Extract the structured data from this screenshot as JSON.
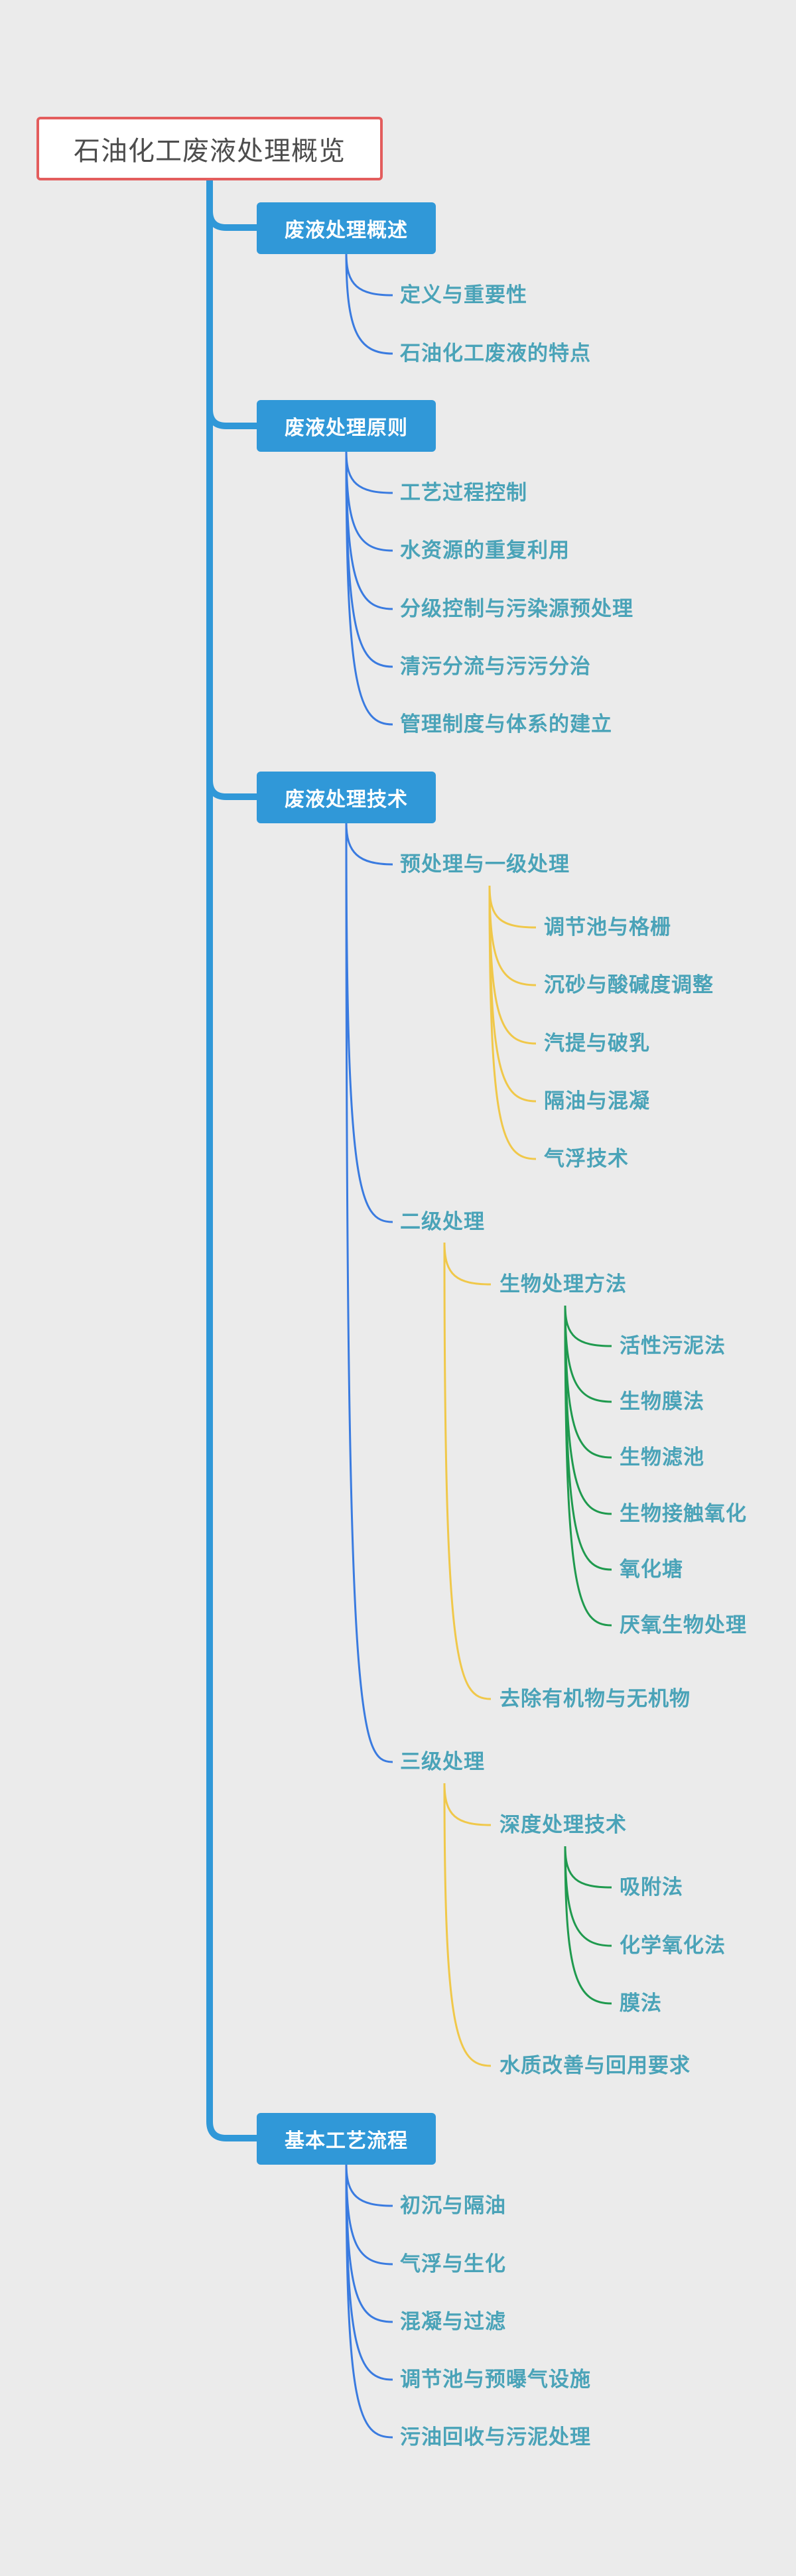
{
  "colors": {
    "background": "#ebebeb",
    "root_border": "#e35d5d",
    "root_text": "#4d4d4d",
    "trunk": "#3098d8",
    "category_fill": "#3098d8",
    "category_text": "#ffffff",
    "leaf_text": "#4aa3b8",
    "level2_line": "#3a7be0",
    "level3_line": "#f0c84a",
    "level4_line": "#1f9a4e"
  },
  "root": {
    "label": "石油化工废液处理概览"
  },
  "categories": [
    {
      "label": "废液处理概述",
      "children": [
        {
          "label": "定义与重要性"
        },
        {
          "label": "石油化工废液的特点"
        }
      ]
    },
    {
      "label": "废液处理原则",
      "children": [
        {
          "label": "工艺过程控制"
        },
        {
          "label": "水资源的重复利用"
        },
        {
          "label": "分级控制与污染源预处理"
        },
        {
          "label": "清污分流与污污分治"
        },
        {
          "label": "管理制度与体系的建立"
        }
      ]
    },
    {
      "label": "废液处理技术",
      "children": [
        {
          "label": "预处理与一级处理",
          "children": [
            {
              "label": "调节池与格栅"
            },
            {
              "label": "沉砂与酸碱度调整"
            },
            {
              "label": "汽提与破乳"
            },
            {
              "label": "隔油与混凝"
            },
            {
              "label": "气浮技术"
            }
          ]
        },
        {
          "label": "二级处理",
          "children": [
            {
              "label": "生物处理方法",
              "children": [
                {
                  "label": "活性污泥法"
                },
                {
                  "label": "生物膜法"
                },
                {
                  "label": "生物滤池"
                },
                {
                  "label": "生物接触氧化"
                },
                {
                  "label": "氧化塘"
                },
                {
                  "label": "厌氧生物处理"
                }
              ]
            },
            {
              "label": "去除有机物与无机物"
            }
          ]
        },
        {
          "label": "三级处理",
          "children": [
            {
              "label": "深度处理技术",
              "children": [
                {
                  "label": "吸附法"
                },
                {
                  "label": "化学氧化法"
                },
                {
                  "label": "膜法"
                }
              ]
            },
            {
              "label": "水质改善与回用要求"
            }
          ]
        }
      ]
    },
    {
      "label": "基本工艺流程",
      "children": [
        {
          "label": "初沉与隔油"
        },
        {
          "label": "气浮与生化"
        },
        {
          "label": "混凝与过滤"
        },
        {
          "label": "调节池与预曝气设施"
        },
        {
          "label": "污油回收与污泥处理"
        }
      ]
    }
  ]
}
